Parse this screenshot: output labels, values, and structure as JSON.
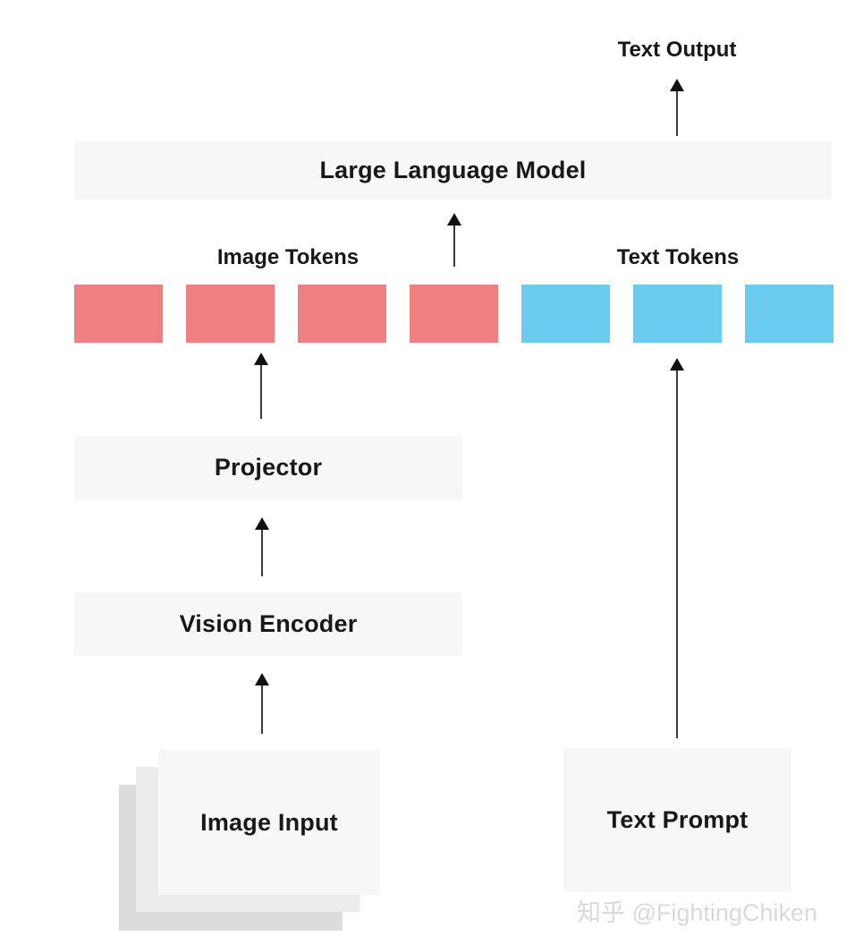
{
  "diagram": {
    "title_context": "Vision-language model architecture diagram",
    "labels": {
      "text_output": "Text Output",
      "llm": "Large Language Model",
      "image_tokens": "Image Tokens",
      "text_tokens": "Text Tokens",
      "projector": "Projector",
      "vision_encoder": "Vision Encoder",
      "image_input": "Image Input",
      "text_prompt": "Text Prompt"
    },
    "tokens": {
      "image_count": 4,
      "text_count": 3
    },
    "flows": [
      "Image Input -> Vision Encoder -> Projector -> Image Tokens",
      "Text Prompt -> Text Tokens",
      "Image Tokens + Text Tokens -> Large Language Model -> Text Output"
    ]
  },
  "colors": {
    "box_bg": "#f7f7f7",
    "image_token": "#F08080",
    "text_token": "#6ACBEE",
    "stack_middle": "#ececec",
    "stack_back": "#dcdcdc",
    "watermark": "#d9d9d9"
  },
  "watermark": {
    "text": "知乎 @FightingChiken"
  }
}
